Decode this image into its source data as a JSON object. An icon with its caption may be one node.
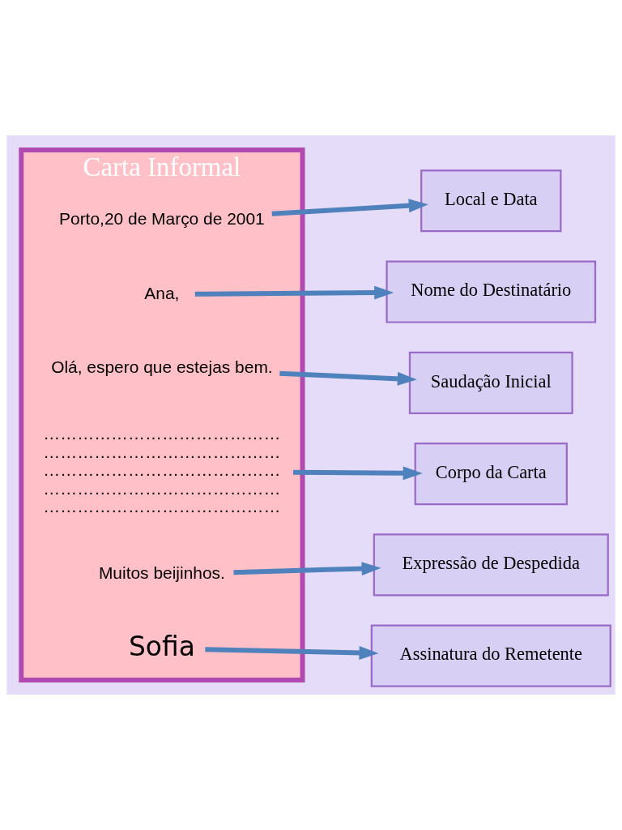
{
  "diagram": {
    "nodes": [
      {
        "text": [
          "Carta Informal"
        ]
      },
      {
        "text": [
          "Porto,20 de Março de 2001"
        ],
        "in": 0
      },
      {
        "text": [
          "Ana,"
        ],
        "in": 0
      },
      {
        "text": [
          "Olá, espero que estejas bem."
        ],
        "in": 0
      },
      {
        "text": [
          "……………………………………",
          "……………………………………",
          "……………………………………",
          "……………………………………",
          "……………………………………"
        ],
        "in": 0
      },
      {
        "text": [
          "Muitos beijinhos."
        ],
        "in": 0
      },
      {
        "text": [
          "Sofia"
        ],
        "in": 0
      },
      {
        "text": [
          "Local e Data"
        ]
      },
      {
        "text": [
          "Nome do Destinatário"
        ]
      },
      {
        "text": [
          "Saudação Inicial"
        ]
      },
      {
        "text": [
          "Corpo da Carta"
        ]
      },
      {
        "text": [
          "Expressão de Despedida"
        ]
      },
      {
        "text": [
          "Assinatura do Remetente"
        ]
      }
    ],
    "edges": [
      {
        "from": 1,
        "to": 7,
        "arrow": "to"
      },
      {
        "from": 2,
        "to": 8,
        "arrow": "to"
      },
      {
        "from": 3,
        "to": 9,
        "arrow": "to"
      },
      {
        "from": 4,
        "to": 10,
        "arrow": "to"
      },
      {
        "from": 5,
        "to": 11,
        "arrow": "to"
      },
      {
        "from": 6,
        "to": 12,
        "arrow": "to"
      }
    ]
  }
}
